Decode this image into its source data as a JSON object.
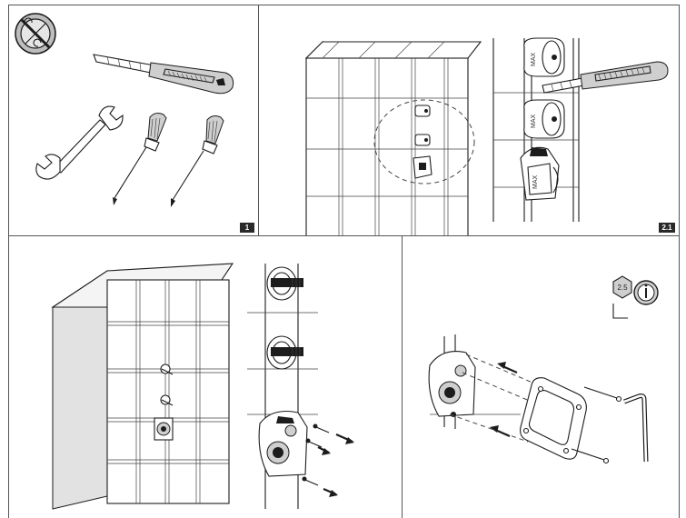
{
  "steps": {
    "step1": {
      "label": "1"
    },
    "step2": {
      "label": "2.1"
    }
  },
  "fittings": {
    "max_label_top": "MAX",
    "max_label_bottom": "MAX",
    "max_label_box": "MAX"
  },
  "tools": {
    "hex_key_size": "2.5"
  }
}
